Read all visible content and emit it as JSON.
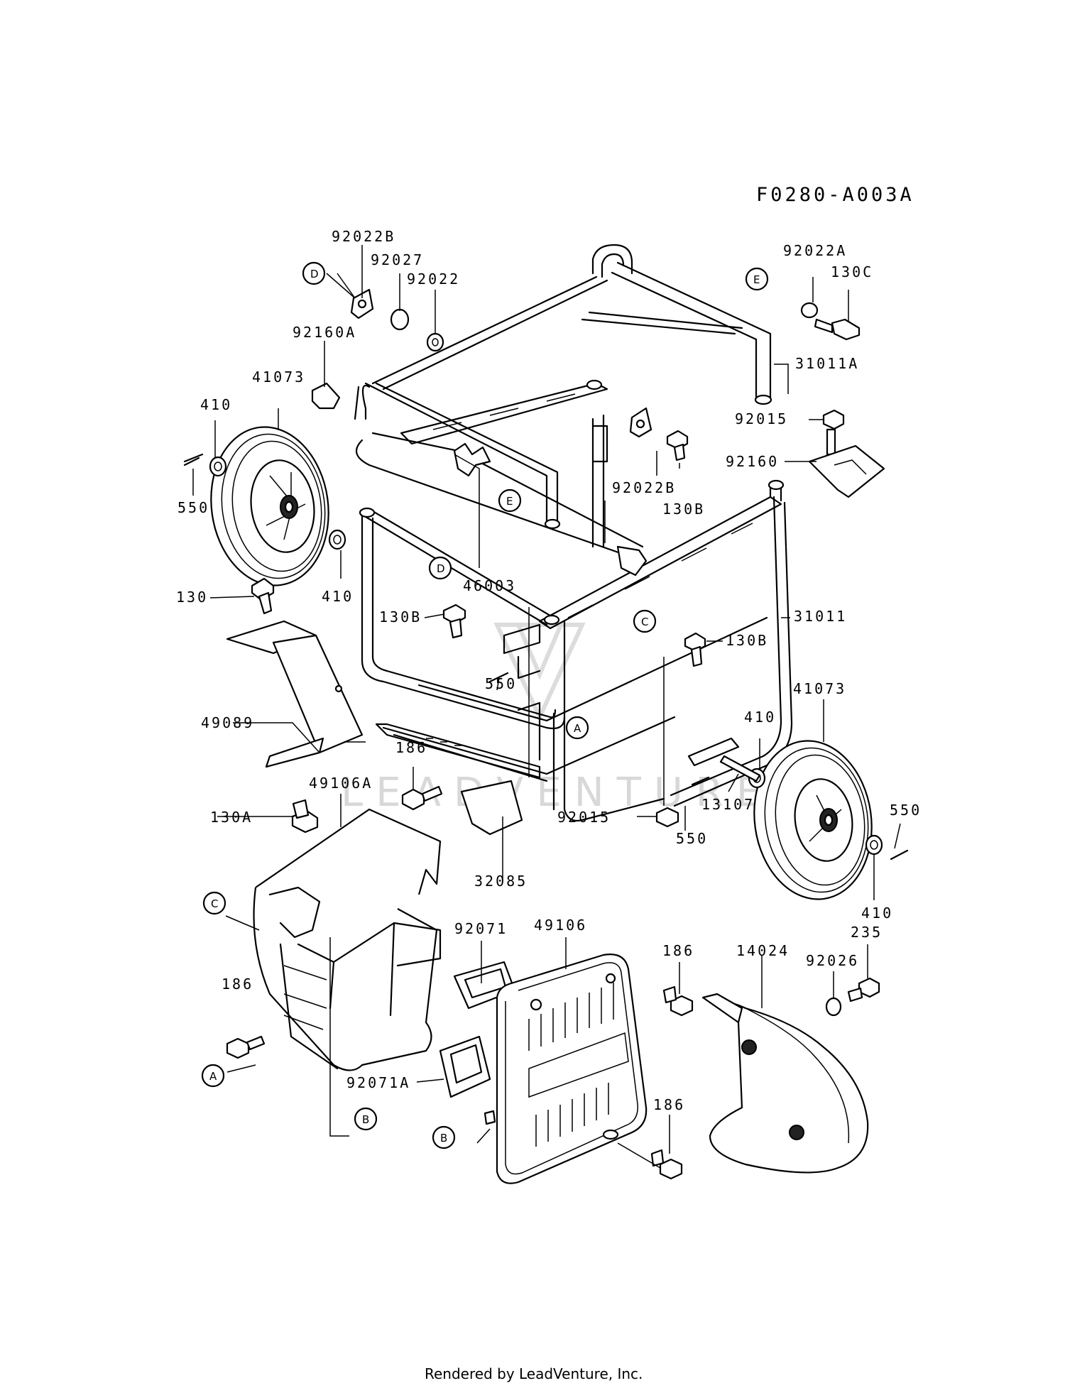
{
  "figure_code": "F0280-A003A",
  "footer": "Rendered by LeadVenture, Inc.",
  "watermark": "LEADVENTURE",
  "parts": {
    "p92022B_top": "92022B",
    "p92027": "92027",
    "p92022": "92022",
    "p92160A": "92160A",
    "p41073_left": "41073",
    "p410_a": "410",
    "p550_a": "550",
    "p410_b": "410",
    "p46003": "46003",
    "p130": "130",
    "p130B_a": "130B",
    "p92022A": "92022A",
    "p130C": "130C",
    "p31011A": "31011A",
    "p92015_a": "92015",
    "p92160": "92160",
    "p92022B_mid": "92022B",
    "p130B_b": "130B",
    "p31011": "31011",
    "p130B_c": "130B",
    "p550_b": "550",
    "p49089": "49089",
    "p186_a": "186",
    "p49106A": "49106A",
    "p130A": "130A",
    "p32085": "32085",
    "p92015_b": "92015",
    "p550_c": "550",
    "p13107": "13107",
    "p410_c": "410",
    "p41073_right": "41073",
    "p550_d": "550",
    "p410_d": "410",
    "p92071": "92071",
    "p49106": "49106",
    "p186_b": "186",
    "p14024": "14024",
    "p92026": "92026",
    "p235": "235",
    "p186_c": "186",
    "p92071A": "92071A",
    "p186_d": "186"
  },
  "refs": {
    "d_top": "D",
    "e_top": "E",
    "e_mid": "E",
    "d_mid": "D",
    "c_mid": "C",
    "a_mid": "A",
    "c_left": "C",
    "a_left": "A",
    "b_left": "B",
    "b_mid": "B"
  }
}
